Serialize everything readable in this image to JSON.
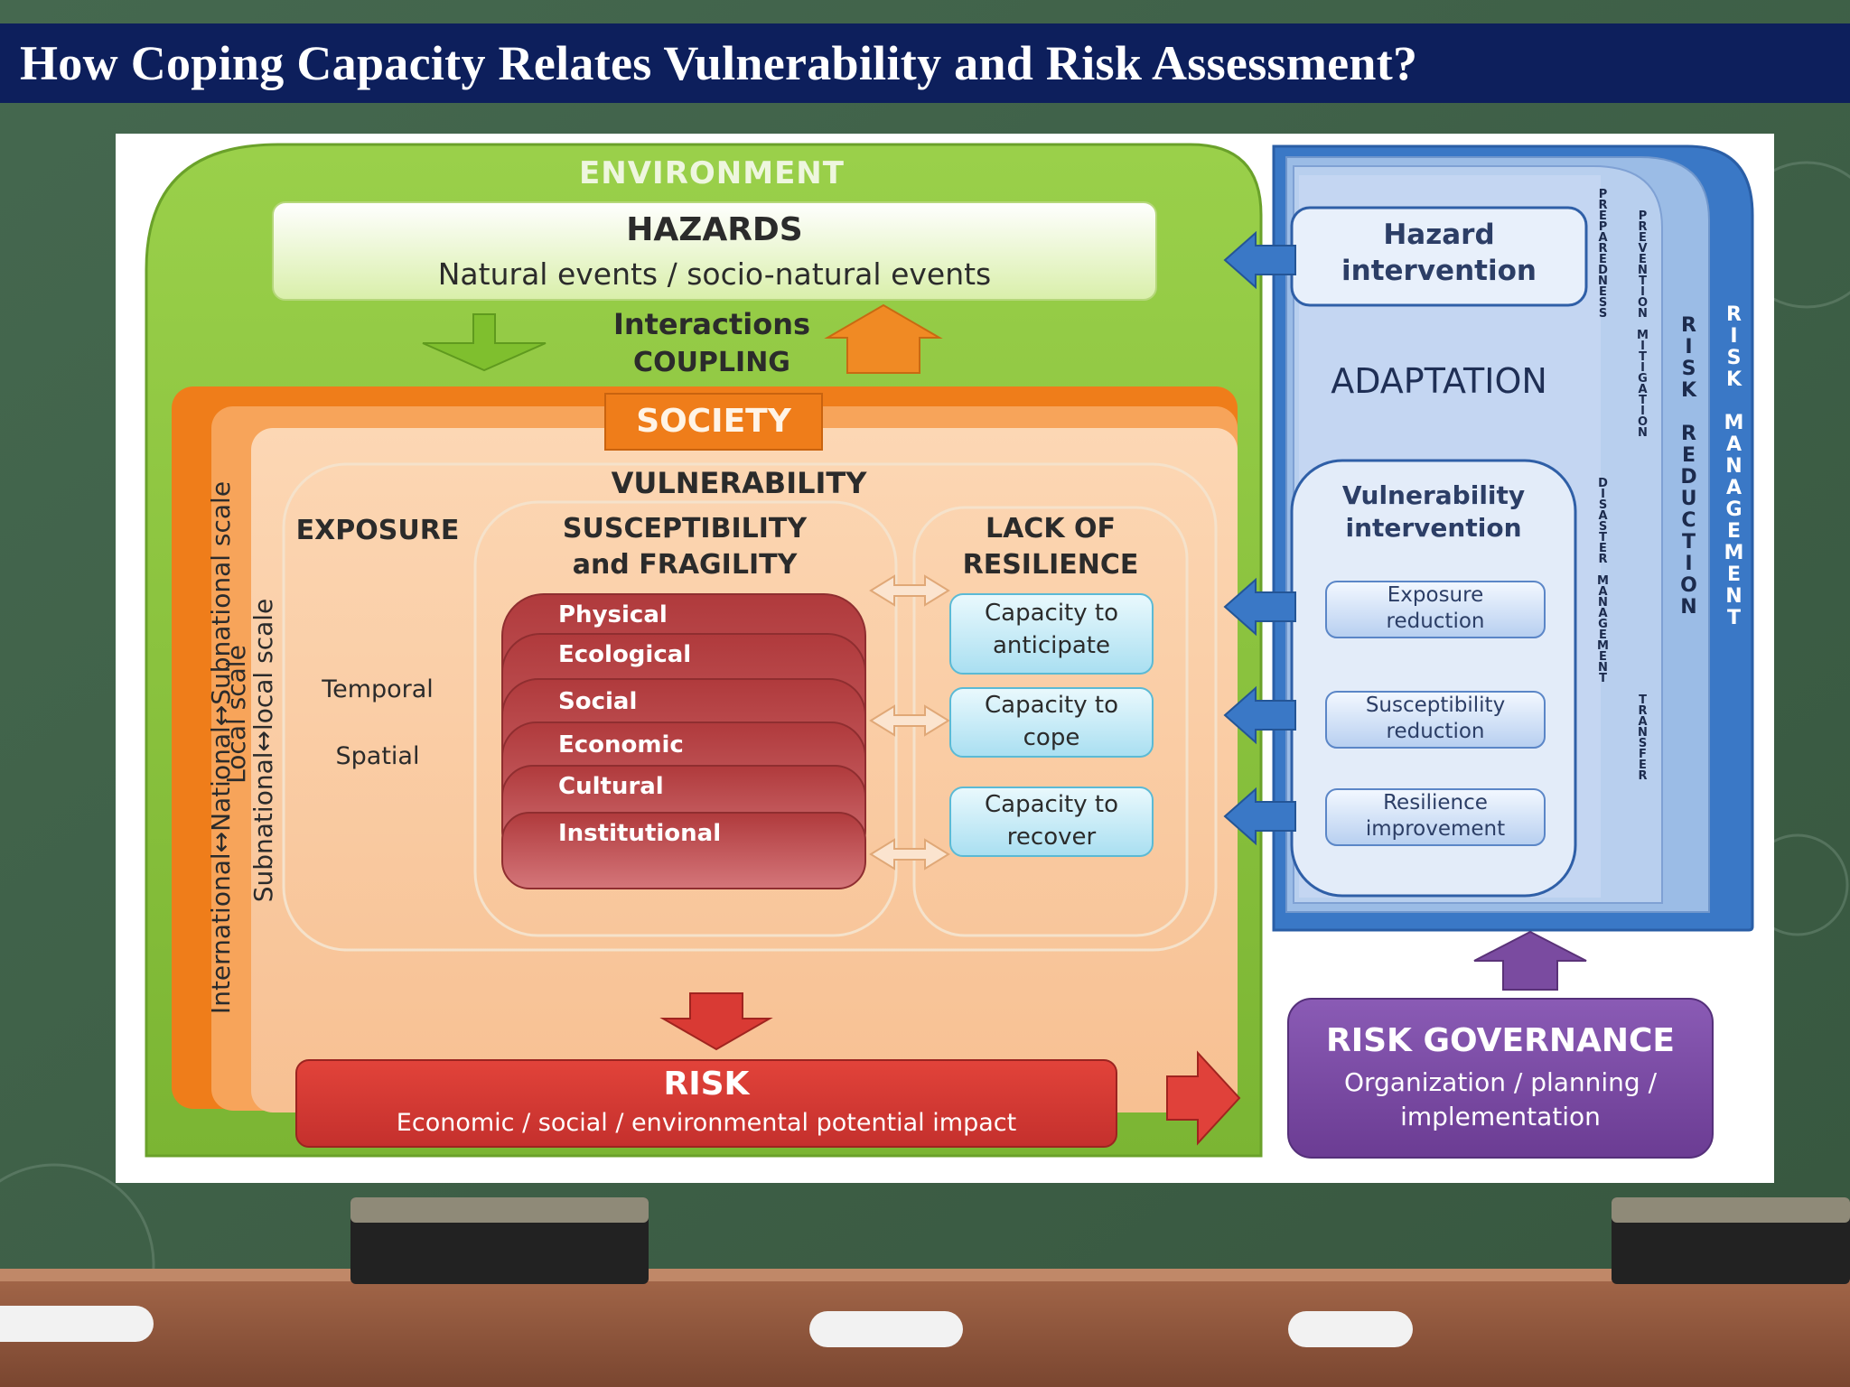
{
  "slide": {
    "title": "How Coping Capacity Relates Vulnerability and Risk Assessment?"
  },
  "colors": {
    "title_bar": "#0d1f5c",
    "chalkboard": "#3f6149",
    "environment": "#8cc53e",
    "society": "#ef7d1a",
    "susceptibility": "#c0484a",
    "resilience": "#bfe9f5",
    "risk_management": "#3a78c6",
    "risk_governance": "#7a4ba0",
    "risk": "#d93a34"
  },
  "diagram": {
    "environment": "ENVIRONMENT",
    "hazards": {
      "title": "HAZARDS",
      "subtitle": "Natural events / socio-natural events"
    },
    "interactions": {
      "line1": "Interactions",
      "line2": "COUPLING"
    },
    "society": "SOCIETY",
    "scales": {
      "outer": "International↔National↔Subnational scale",
      "middle": "Subnational↔local scale",
      "inner": "Local scale"
    },
    "vulnerability": "VULNERABILITY",
    "exposure": {
      "title": "EXPOSURE",
      "items": [
        "Temporal",
        "Spatial"
      ]
    },
    "susceptibility": {
      "line1": "SUSCEPTIBILITY",
      "line2": "and FRAGILITY",
      "layers": [
        "Physical",
        "Ecological",
        "Social",
        "Economic",
        "Cultural",
        "Institutional"
      ]
    },
    "resilience": {
      "line1": "LACK OF",
      "line2": "RESILIENCE",
      "capacities": [
        {
          "line1": "Capacity to",
          "line2": "anticipate"
        },
        {
          "line1": "Capacity to",
          "line2": "cope"
        },
        {
          "line1": "Capacity to",
          "line2": "recover"
        }
      ]
    },
    "risk": {
      "title": "RISK",
      "subtitle": "Economic / social / environmental potential impact"
    },
    "risk_management": {
      "hazard_intervention": {
        "line1": "Hazard",
        "line2": "intervention"
      },
      "adaptation": "ADAPTATION",
      "vulnerability_intervention": {
        "line1": "Vulnerability",
        "line2": "intervention"
      },
      "interventions": [
        {
          "line1": "Exposure",
          "line2": "reduction"
        },
        {
          "line1": "Susceptibility",
          "line2": "reduction"
        },
        {
          "line1": "Resilience",
          "line2": "improvement"
        }
      ],
      "vertical_labels": {
        "preparedness": "PREPAREDNESS",
        "disaster_management": "DISASTER MANAGEMENT",
        "prevention_mitigation": "PREVENTION MITIGATION",
        "transfer": "TRANSFER",
        "risk_reduction": "RISK REDUCTION",
        "risk_management": "RISK MANAGEMENT"
      }
    },
    "risk_governance": {
      "title": "RISK GOVERNANCE",
      "line1": "Organization / planning /",
      "line2": "implementation"
    }
  }
}
